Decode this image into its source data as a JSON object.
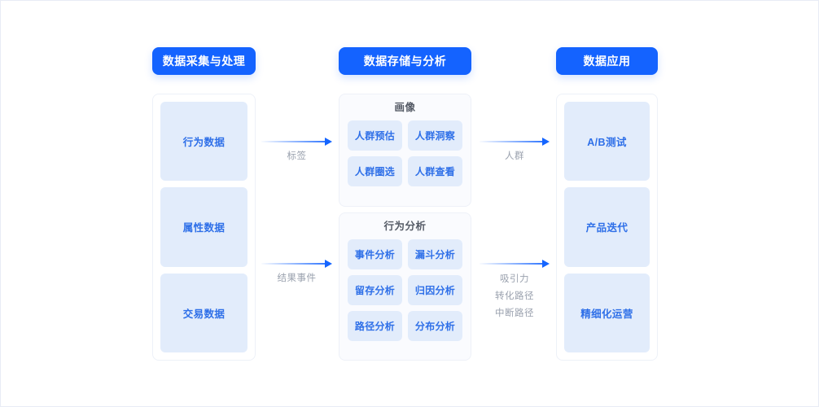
{
  "theme": {
    "accent": "#1463ff",
    "chip_bg": "#e2ecfb",
    "chip_text": "#2e6fe8",
    "panel_bg": "#fafbfe",
    "label_text": "#9aa1ae",
    "canvas_bg": "#ffffff"
  },
  "columns": [
    {
      "pill_label": "数据采集与处理",
      "items": [
        "行为数据",
        "属性数据",
        "交易数据"
      ]
    },
    {
      "pill_label": "数据存储与分析",
      "groups": [
        {
          "title": "画像",
          "items": [
            "人群预估",
            "人群洞察",
            "人群圈选",
            "人群查看"
          ]
        },
        {
          "title": "行为分析",
          "items": [
            "事件分析",
            "漏斗分析",
            "留存分析",
            "归因分析",
            "路径分析",
            "分布分析"
          ]
        }
      ]
    },
    {
      "pill_label": "数据应用",
      "items": [
        "A/B测试",
        "产品迭代",
        "精细化运营"
      ]
    }
  ],
  "connectors": [
    {
      "label": "标签"
    },
    {
      "label": "结果事件"
    },
    {
      "label": "人群"
    },
    {
      "label_line1": "吸引力",
      "label_line2": "转化路径",
      "label_line3": "中断路径"
    }
  ]
}
